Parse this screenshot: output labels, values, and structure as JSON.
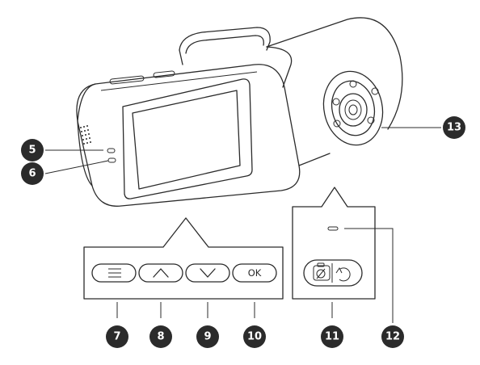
{
  "callouts": [
    {
      "id": "5",
      "label": "5"
    },
    {
      "id": "6",
      "label": "6"
    },
    {
      "id": "7",
      "label": "7"
    },
    {
      "id": "8",
      "label": "8"
    },
    {
      "id": "9",
      "label": "9"
    },
    {
      "id": "10",
      "label": "10"
    },
    {
      "id": "11",
      "label": "11"
    },
    {
      "id": "12",
      "label": "12"
    },
    {
      "id": "13",
      "label": "13"
    }
  ],
  "buttons": {
    "ok_label": "OK"
  },
  "icons": {
    "menu": "menu-icon",
    "up": "chevron-up-icon",
    "down": "chevron-down-icon",
    "snapshot_rotate": "camera-rotate-icon"
  }
}
